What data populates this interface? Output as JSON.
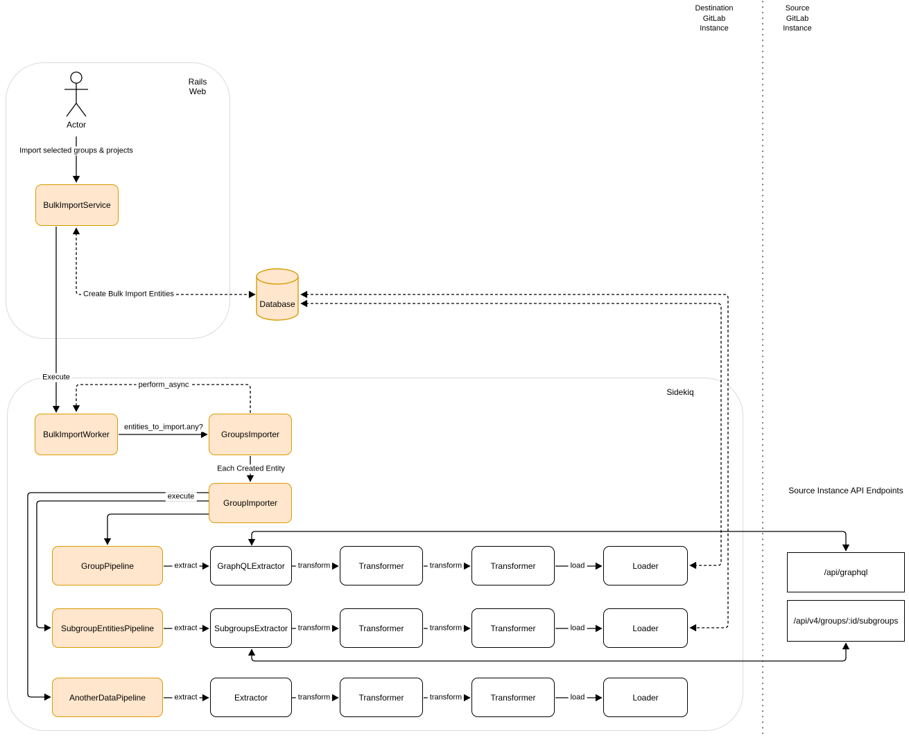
{
  "diagram": {
    "zones": {
      "destination": "Destination\nGitLab\nInstance",
      "source": "Source\nGitLab\nInstance"
    },
    "containers": {
      "rails_web": "Rails\nWeb",
      "sidekiq": "Sidekiq"
    },
    "nodes": {
      "actor": "Actor",
      "bulk_import_service": "BulkImportService",
      "database": "Database",
      "bulk_import_worker": "BulkImportWorker",
      "groups_importer": "GroupsImporter",
      "group_importer": "GroupImporter"
    },
    "edge_labels": {
      "import_selected": "Import selected groups & projects",
      "create_entities": "Create Bulk Import Entities",
      "execute": "Execute",
      "perform_async": "perform_async",
      "entities_any": "entities_to_import.any?",
      "each_entity": "Each Created Entity",
      "execute_inner": "execute"
    },
    "rows": [
      {
        "pipeline": "GroupPipeline",
        "extractor": "GraphQLExtractor",
        "transformer1": "Transformer",
        "transformer2": "Transformer",
        "loader": "Loader",
        "extract": "extract",
        "transform1": "transform",
        "transform2": "transform",
        "load": "load"
      },
      {
        "pipeline": "SubgroupEntitiesPipeline",
        "extractor": "SubgroupsExtractor",
        "transformer1": "Transformer",
        "transformer2": "Transformer",
        "loader": "Loader",
        "extract": "extract",
        "transform1": "transform",
        "transform2": "transform",
        "load": "load"
      },
      {
        "pipeline": "AnotherDataPipeline",
        "extractor": "Extractor",
        "transformer1": "Transformer",
        "transformer2": "Transformer",
        "loader": "Loader",
        "extract": "extract",
        "transform1": "transform",
        "transform2": "transform",
        "load": "load"
      }
    ],
    "api": {
      "title": "Source Instance API Endpoints",
      "endpoints": [
        "/api/graphql",
        "/api/v4/groups/:id/subgroups"
      ]
    },
    "colors": {
      "highlight_fill": "#FFE6CC",
      "highlight_stroke": "#D79B00",
      "plain_stroke": "#000000",
      "container_stroke": "#DADADA"
    }
  }
}
